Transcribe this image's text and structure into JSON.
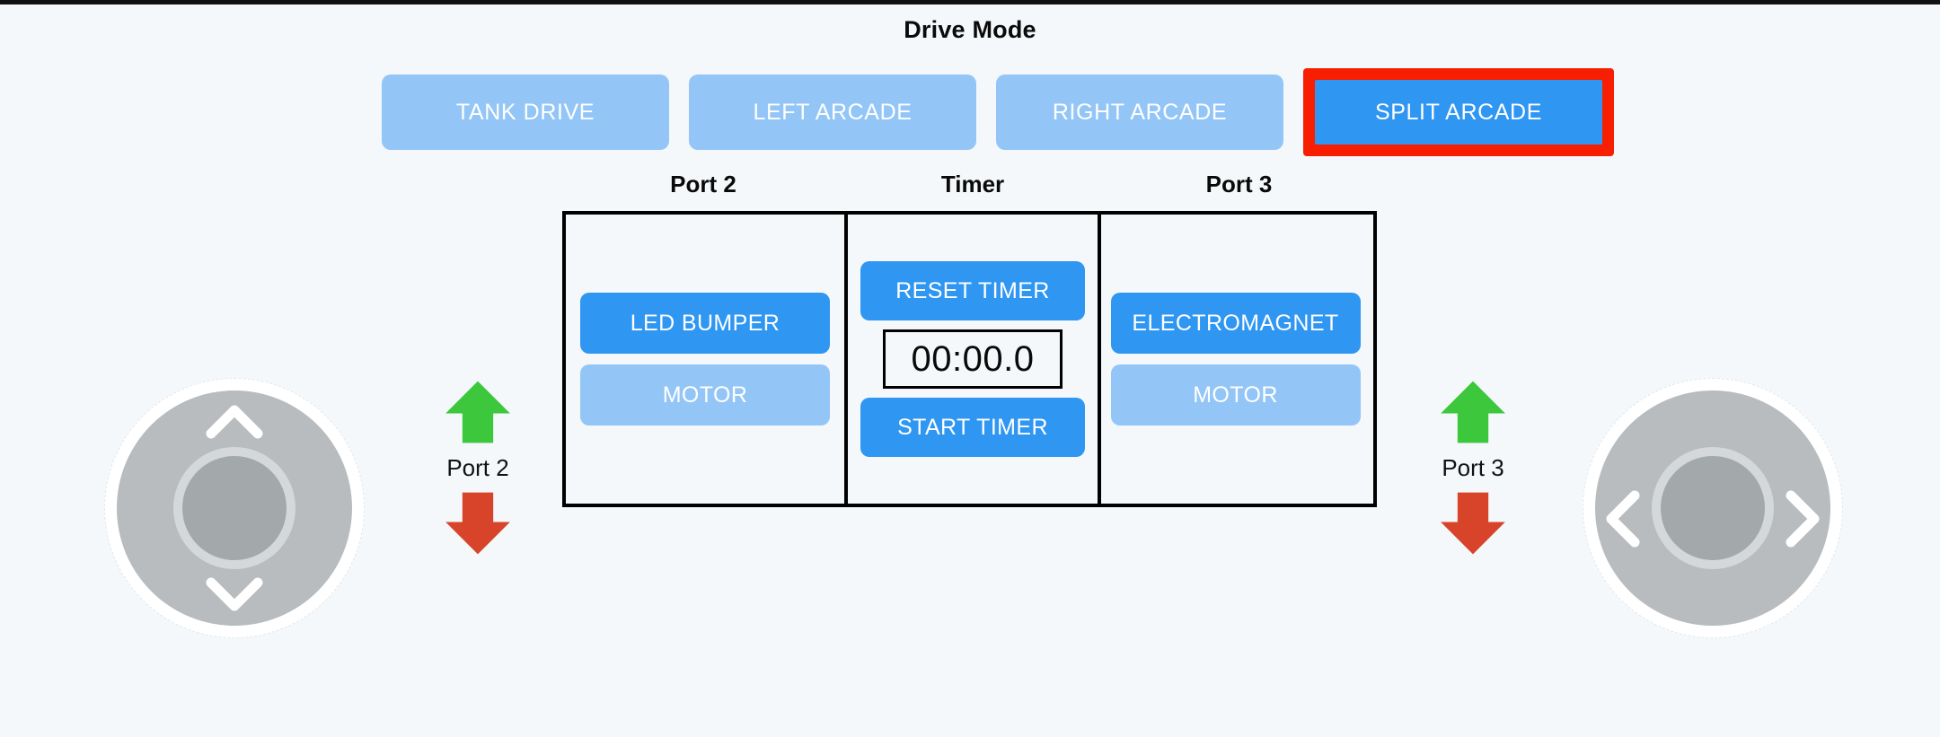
{
  "header": {
    "title": "Drive Mode"
  },
  "drive_modes": {
    "selected": "SPLIT ARCADE",
    "items": [
      {
        "label": "TANK DRIVE",
        "state": "inactive"
      },
      {
        "label": "LEFT ARCADE",
        "state": "inactive"
      },
      {
        "label": "RIGHT ARCADE",
        "state": "inactive"
      },
      {
        "label": "SPLIT ARCADE",
        "state": "active"
      }
    ]
  },
  "columns": {
    "port2_header": "Port 2",
    "timer_header": "Timer",
    "port3_header": "Port 3"
  },
  "port2": {
    "device_label": "LED BUMPER",
    "motor_label": "MOTOR"
  },
  "timer": {
    "reset_label": "RESET TIMER",
    "display_value": "00:00.0",
    "start_label": "START TIMER"
  },
  "port3": {
    "device_label": "ELECTROMAGNET",
    "motor_label": "MOTOR"
  },
  "arrow_controls": [
    {
      "label": "Port 2",
      "up_icon": "arrow-up-icon",
      "down_icon": "arrow-down-icon"
    },
    {
      "label": "Port 3",
      "up_icon": "arrow-up-icon",
      "down_icon": "arrow-down-icon"
    }
  ],
  "joysticks": {
    "left": {
      "axis": "vertical",
      "up_icon": "chevron-up-icon",
      "down_icon": "chevron-down-icon"
    },
    "right": {
      "axis": "horizontal",
      "left_icon": "chevron-left-icon",
      "right_icon": "chevron-right-icon"
    }
  },
  "colors": {
    "background": "#f4f8fa",
    "accent_active": "#2f96f2",
    "accent_inactive": "#93c6f7",
    "selection_outline": "#f81e02",
    "arrow_up": "#3cc73c",
    "arrow_down": "#d8442a",
    "panel_border": "#000000",
    "joystick_base": "#b8bcbe",
    "joystick_knob": "#a3a8aa",
    "top_bar": "#111111"
  }
}
